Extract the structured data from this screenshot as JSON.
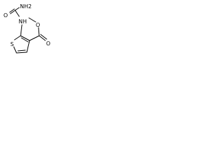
{
  "molecule": {
    "atoms": {
      "amine_n": "NH2",
      "carbonyl_o": "O",
      "linker_n": "NH",
      "ring_s": "S",
      "ester_o_single": "O",
      "ester_o_double": "O"
    }
  },
  "colors": {
    "ink": "#000000",
    "background": "#ffffff"
  }
}
